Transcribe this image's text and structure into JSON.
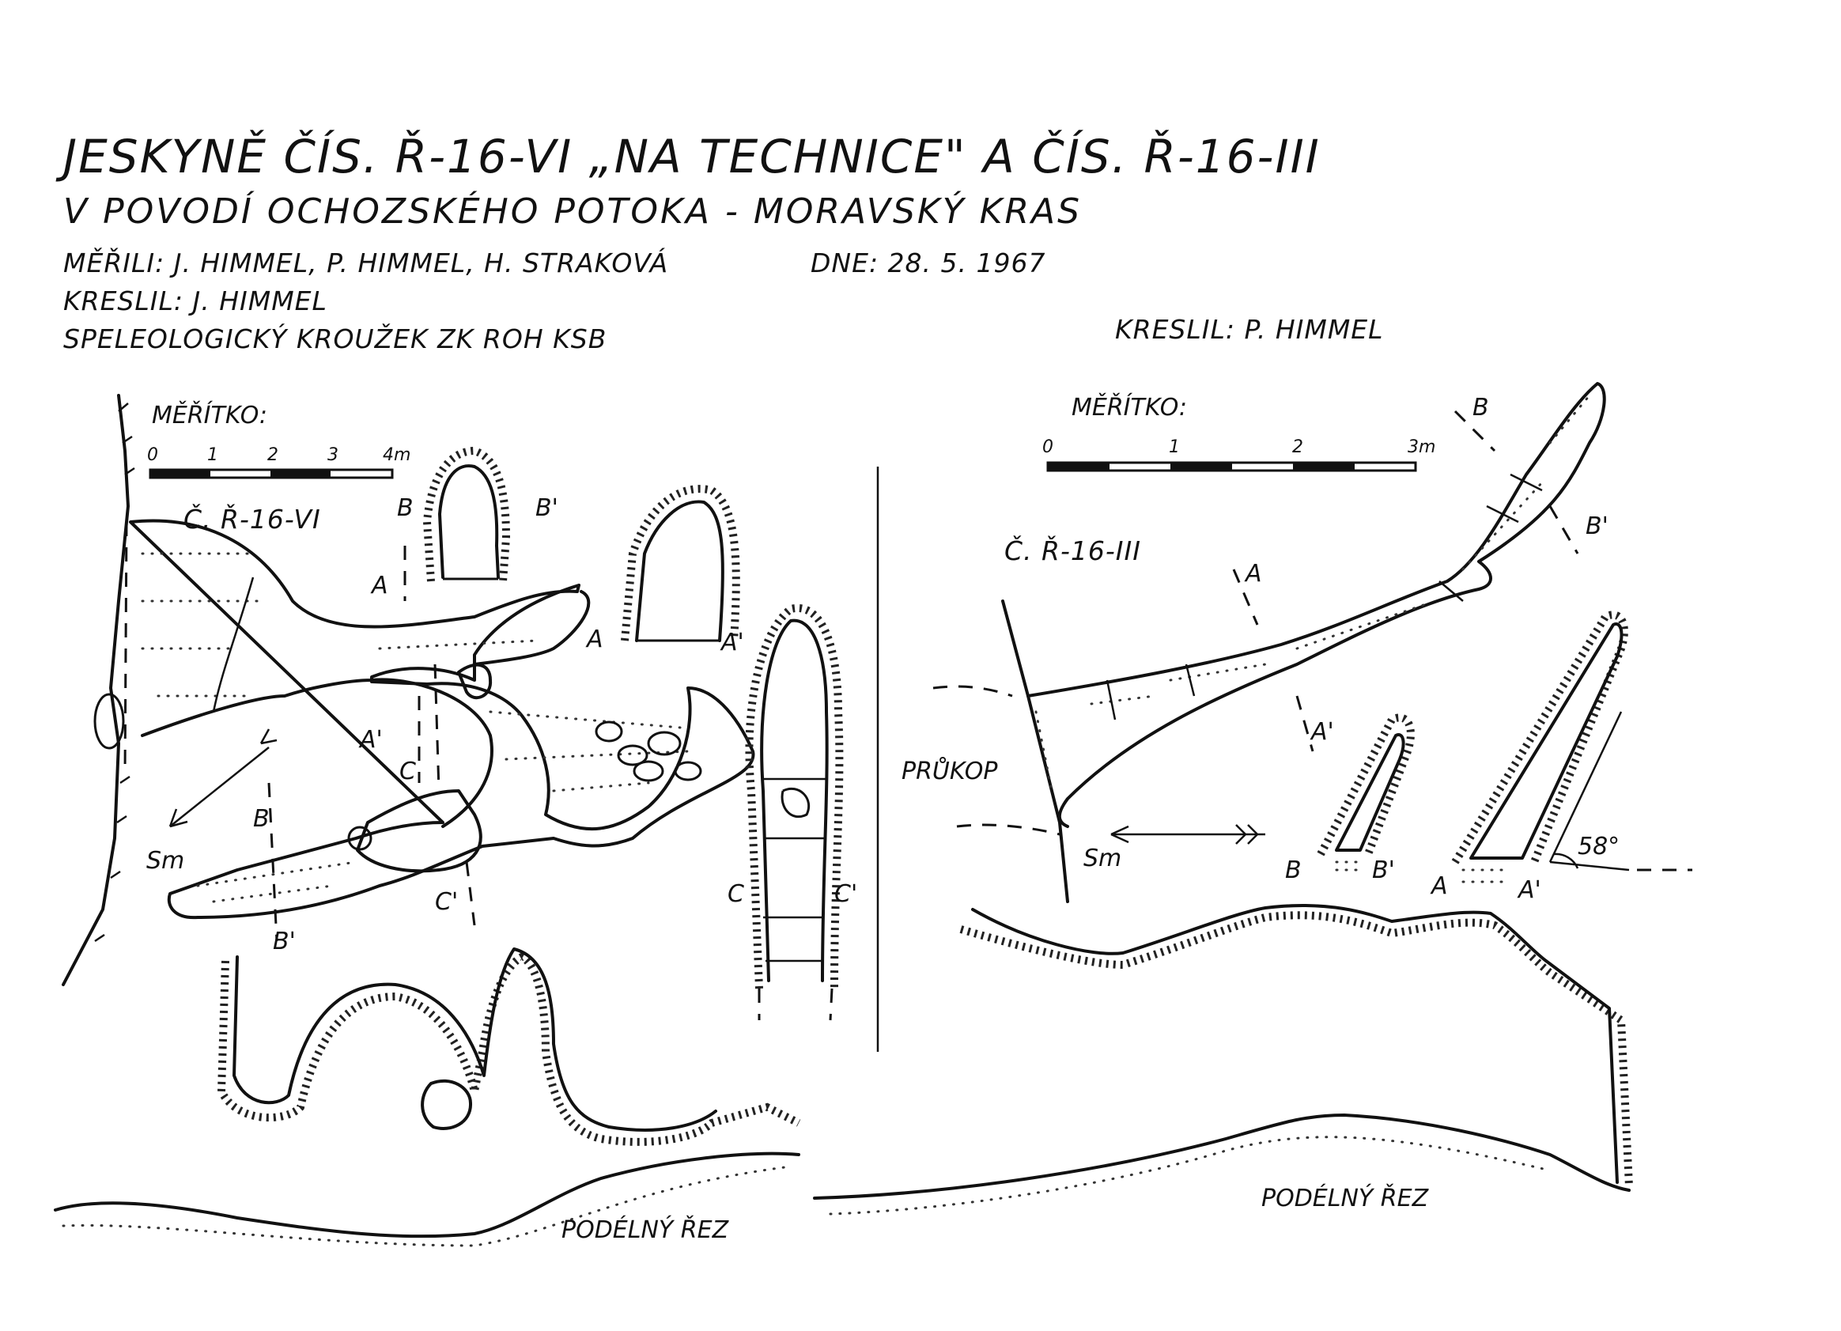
{
  "header": {
    "title_line1": "JESKYNĚ ČÍS. Ř-16-VI „NA TECHNICE\" A ČÍS. Ř-16-III",
    "title_line2": "V POVODÍ OCHOZSKÉHO POTOKA - MORAVSKÝ KRAS",
    "surveyors": "MĚŘILI: J. HIMMEL, P. HIMMEL, H. STRAKOVÁ",
    "date": "DNE: 28. 5. 1967",
    "drawn_left": "KRESLIL: J. HIMMEL",
    "club": "SPELEOLOGICKÝ KROUŽEK ZK ROH KSB",
    "drawn_right": "KRESLIL: P. HIMMEL"
  },
  "left_map": {
    "scale_label": "MĚŘÍTKO:",
    "scale_ticks": [
      "0",
      "1",
      "2",
      "3",
      "4m"
    ],
    "cave_id": "Č. Ř-16-VI",
    "north_label": "Sm",
    "section_labels": [
      "A",
      "A'",
      "B",
      "B'",
      "C",
      "C'"
    ],
    "profile_label": "PODÉLNÝ ŘEZ"
  },
  "right_map": {
    "scale_label": "MĚŘÍTKO:",
    "scale_ticks": [
      "0",
      "1",
      "2",
      "3m"
    ],
    "cave_id": "Č. Ř-16-III",
    "probe_label": "PRŮKOP",
    "north_label": "Sm",
    "angle_label": "58°",
    "section_labels": [
      "A",
      "A'",
      "B",
      "B'"
    ],
    "profile_label": "PODÉLNÝ ŘEZ"
  }
}
